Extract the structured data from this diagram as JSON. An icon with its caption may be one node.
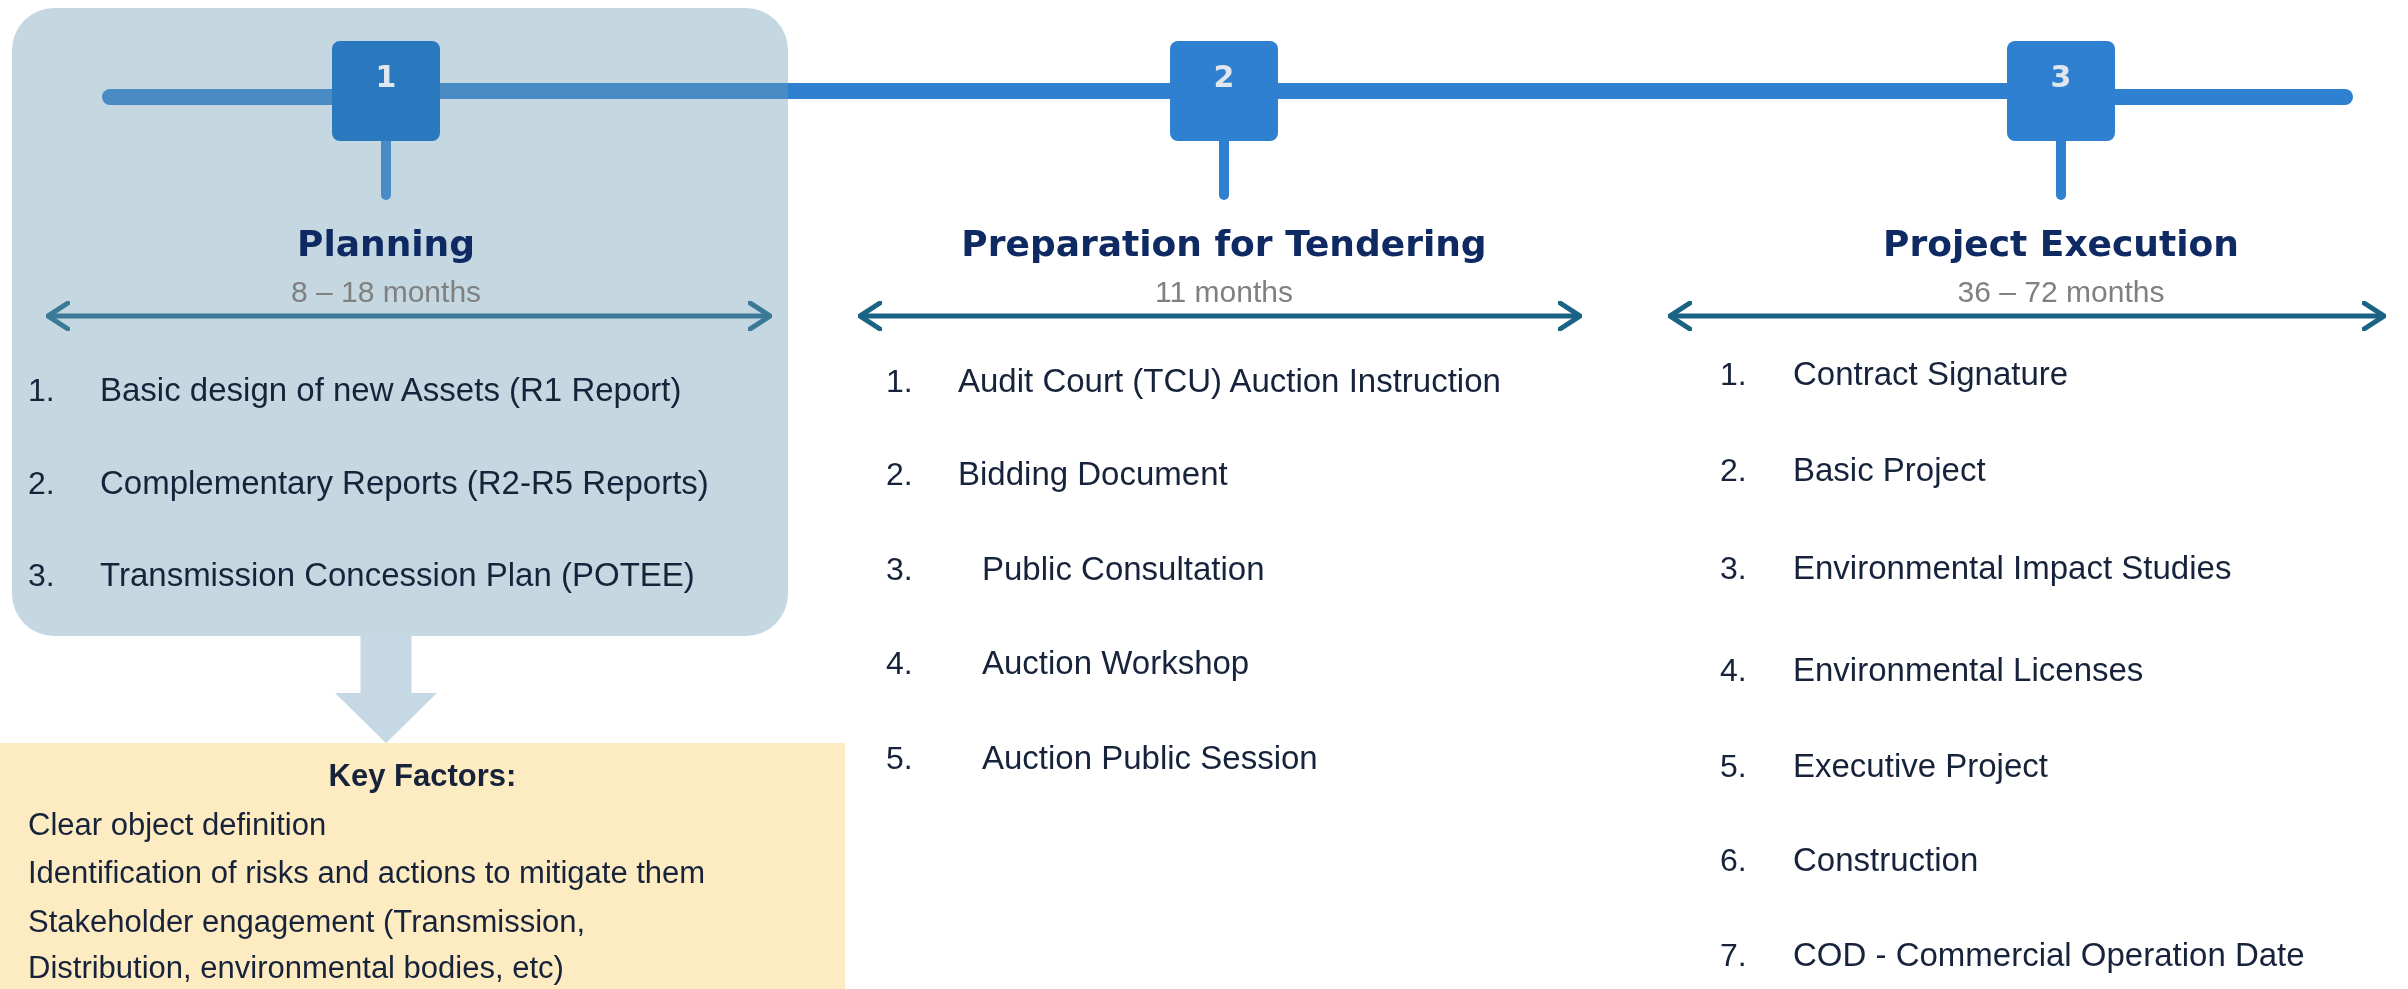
{
  "diagram": {
    "nodes": [
      {
        "text": [
          "1"
        ],
        "in": 3
      },
      {
        "text": [
          "2"
        ]
      },
      {
        "text": [
          "3"
        ]
      },
      {
        "text": [
          "Planning",
          "8 – 18 months",
          "1.",
          "Basic design of new Assets (R1 Report)",
          "2.",
          "Complementary Reports (R2-R5 Reports)",
          "3.",
          "Transmission Concession Plan (POTEE)"
        ]
      },
      {
        "text": [
          "Key Factors:",
          "Clear object definition",
          "Identification of risks and actions to mitigate them",
          "Stakeholder engagement (Transmission, Distribution, environmental bodies, etc)"
        ]
      }
    ],
    "edges": [
      {
        "from": 0,
        "to": 1,
        "arrow": "none"
      },
      {
        "from": 1,
        "to": 2,
        "arrow": "none"
      },
      {
        "from": 3,
        "to": 4,
        "arrow": "to",
        "style": "thick",
        "color": "#c5d8e3"
      }
    ],
    "labels": [
      "Preparation for Tendering",
      "11 months",
      "1.",
      "Audit Court (TCU) Auction Instruction",
      "2.",
      "Bidding Document",
      "3.",
      "Public Consultation",
      "4.",
      "Auction Workshop",
      "5.",
      "Auction Public Session",
      "Project Execution",
      "36 – 72 months",
      "1.",
      "Contract Signature",
      "2.",
      "Basic Project",
      "3.",
      "Environmental Impact Studies",
      "4.",
      "Environmental Licenses",
      "5.",
      "Executive Project",
      "6.",
      "Construction",
      "7.",
      "COD - Commercial Operation Date"
    ]
  }
}
